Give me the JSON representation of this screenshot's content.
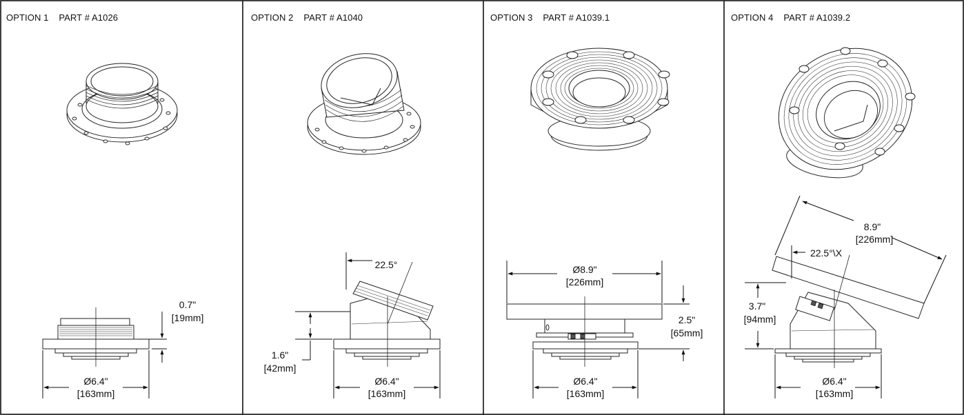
{
  "panels": [
    {
      "option": "OPTION 1",
      "part": "PART # A1026",
      "dims": {
        "height_in": "0.7\"",
        "height_mm": "[19mm]",
        "dia_in": "Ø6.4\"",
        "dia_mm": "[163mm]"
      }
    },
    {
      "option": "OPTION 2",
      "part": "PART # A1040",
      "dims": {
        "angle": "22.5°",
        "height_in": "1.6\"",
        "height_mm": "[42mm]",
        "dia_in": "Ø6.4\"",
        "dia_mm": "[163mm]"
      }
    },
    {
      "option": "OPTION 3",
      "part": "PART # A1039.1",
      "dims": {
        "flange_in": "Ø8.9\"",
        "flange_mm": "[226mm]",
        "height_in": "2.5\"",
        "height_mm": "[65mm]",
        "dia_in": "Ø6.4\"",
        "dia_mm": "[163mm]"
      }
    },
    {
      "option": "OPTION 4",
      "part": "PART # A1039.2",
      "dims": {
        "flange_in": "8.9\"",
        "flange_mm": "[226mm]",
        "angle": "22.5°\\X",
        "height_in": "3.7\"",
        "height_mm": "[94mm]",
        "dia_in": "Ø6.4\"",
        "dia_mm": "[163mm]"
      }
    }
  ]
}
